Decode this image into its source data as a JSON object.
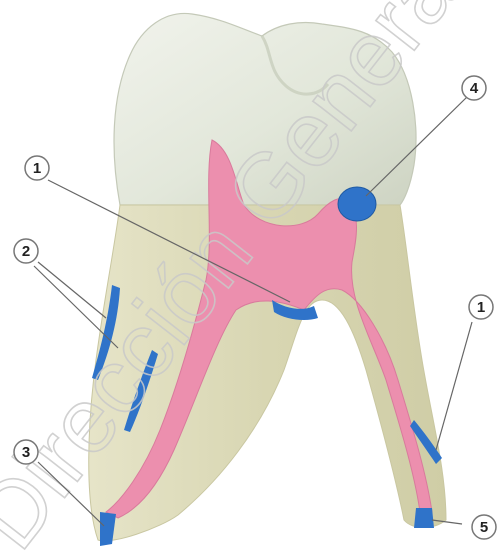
{
  "diagram": {
    "callouts": [
      {
        "id": "c1-top",
        "label": "1"
      },
      {
        "id": "c2",
        "label": "2"
      },
      {
        "id": "c3",
        "label": "3"
      },
      {
        "id": "c4",
        "label": "4"
      },
      {
        "id": "c1-right",
        "label": "1"
      },
      {
        "id": "c5",
        "label": "5"
      }
    ],
    "watermark": "Dirección General"
  },
  "colors": {
    "crown": "#e7ebdf",
    "root": "#dad8b4",
    "pulp": "#ec8fae",
    "marker": "#2f73c9",
    "leader": "#666666"
  }
}
